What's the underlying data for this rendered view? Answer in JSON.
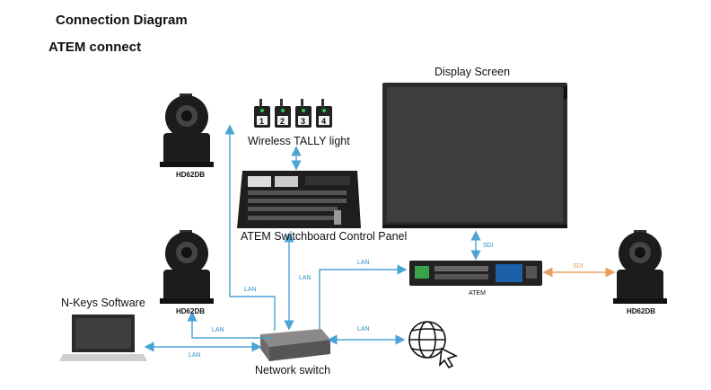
{
  "heading": {
    "title": "Connection Diagram",
    "subtitle": "ATEM connect"
  },
  "labels": {
    "display": "Display Screen",
    "tally": "Wireless TALLY light",
    "panel": "ATEM Switchboard Control Panel",
    "nkeys": "N-Keys Software",
    "switch": "Network switch",
    "atem": "ATEM",
    "cam_top": "HD62DB",
    "cam_mid": "HD62DB",
    "cam_right": "HD62DB"
  },
  "tally_numbers": [
    "1",
    "2",
    "3",
    "4"
  ],
  "links": {
    "lan": "LAN",
    "sdi": "SDI"
  },
  "colors": {
    "lan": "#4ba3d6",
    "sdi_orange": "#e8a060",
    "device": "#1c1c1c"
  }
}
